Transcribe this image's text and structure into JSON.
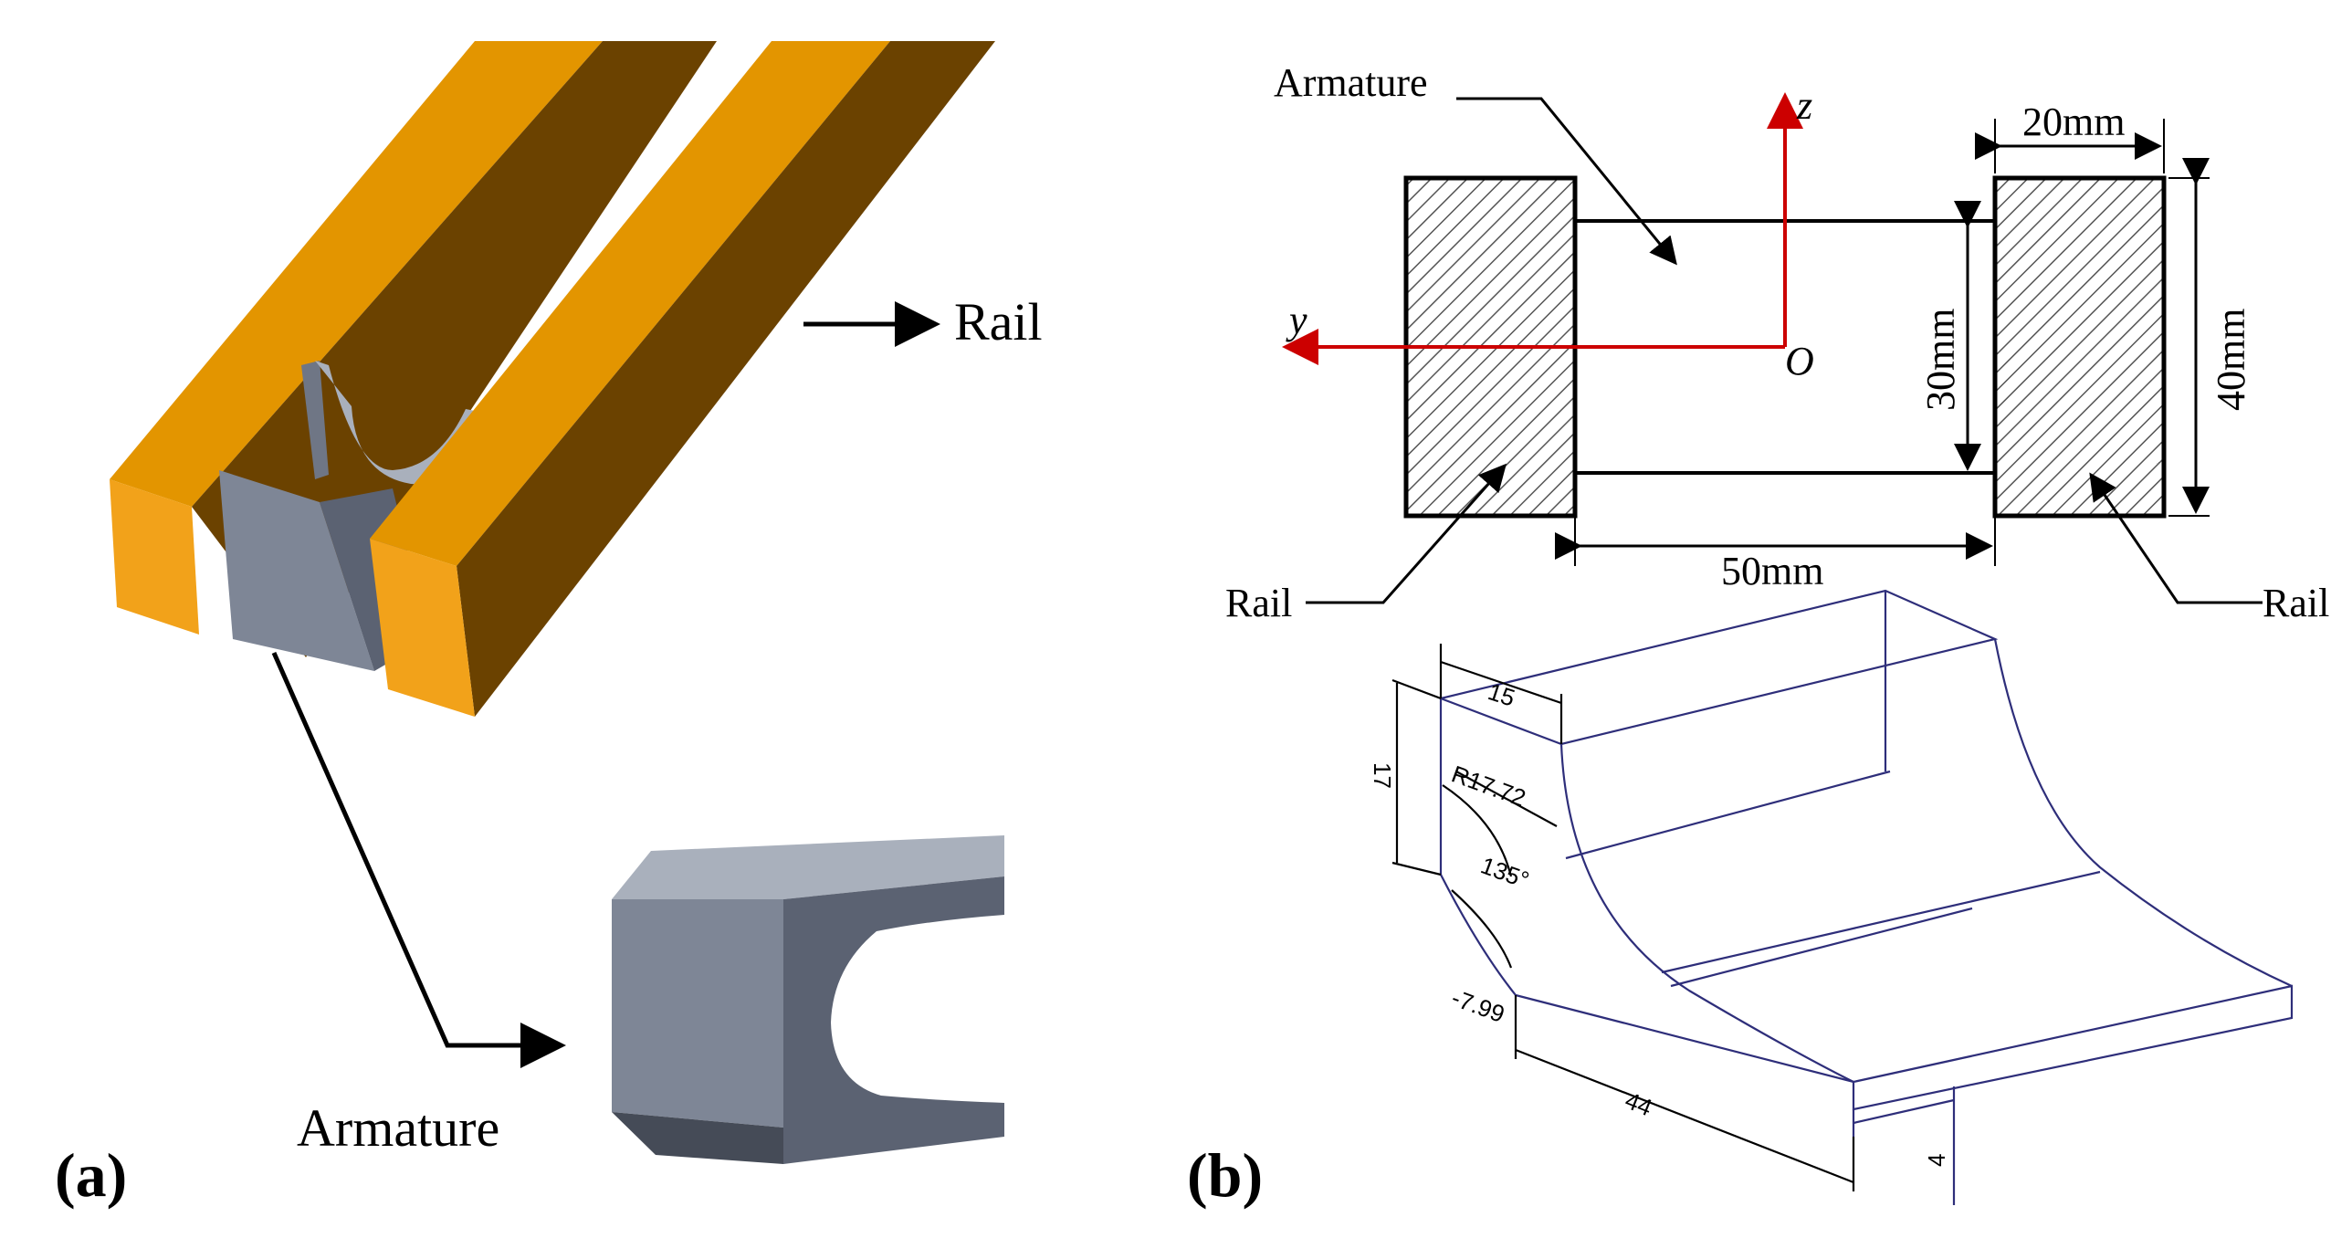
{
  "panel_a": {
    "label": "(a)",
    "rail_label": "Rail",
    "armature_label": "Armature",
    "colors": {
      "rail_top": "#E39500",
      "rail_front": "#F2A21A",
      "rail_side": "#6B4200",
      "armature_light": "#A9B0BC",
      "armature_mid": "#7E8696",
      "armature_dark": "#5B6272",
      "armature_darker": "#454B57"
    }
  },
  "panel_b": {
    "label": "(b)",
    "cross_section": {
      "armature_label": "Armature",
      "rail_left_label": "Rail",
      "rail_right_label": "Rail",
      "axis_z": "z",
      "axis_y": "y",
      "origin": "O",
      "dim_rail_width": "20mm",
      "dim_rail_height": "40mm",
      "dim_armature_height": "30mm",
      "dim_gap": "50mm",
      "axis_color": "#CC0000"
    },
    "armature_drawing": {
      "dim_15": "15",
      "dim_17": "17",
      "dim_radius": "R17.72",
      "dim_angle": "135°",
      "dim_799": "-7.99",
      "dim_44": "44",
      "dim_4": "4",
      "line_color": "#2E2E7A"
    }
  }
}
